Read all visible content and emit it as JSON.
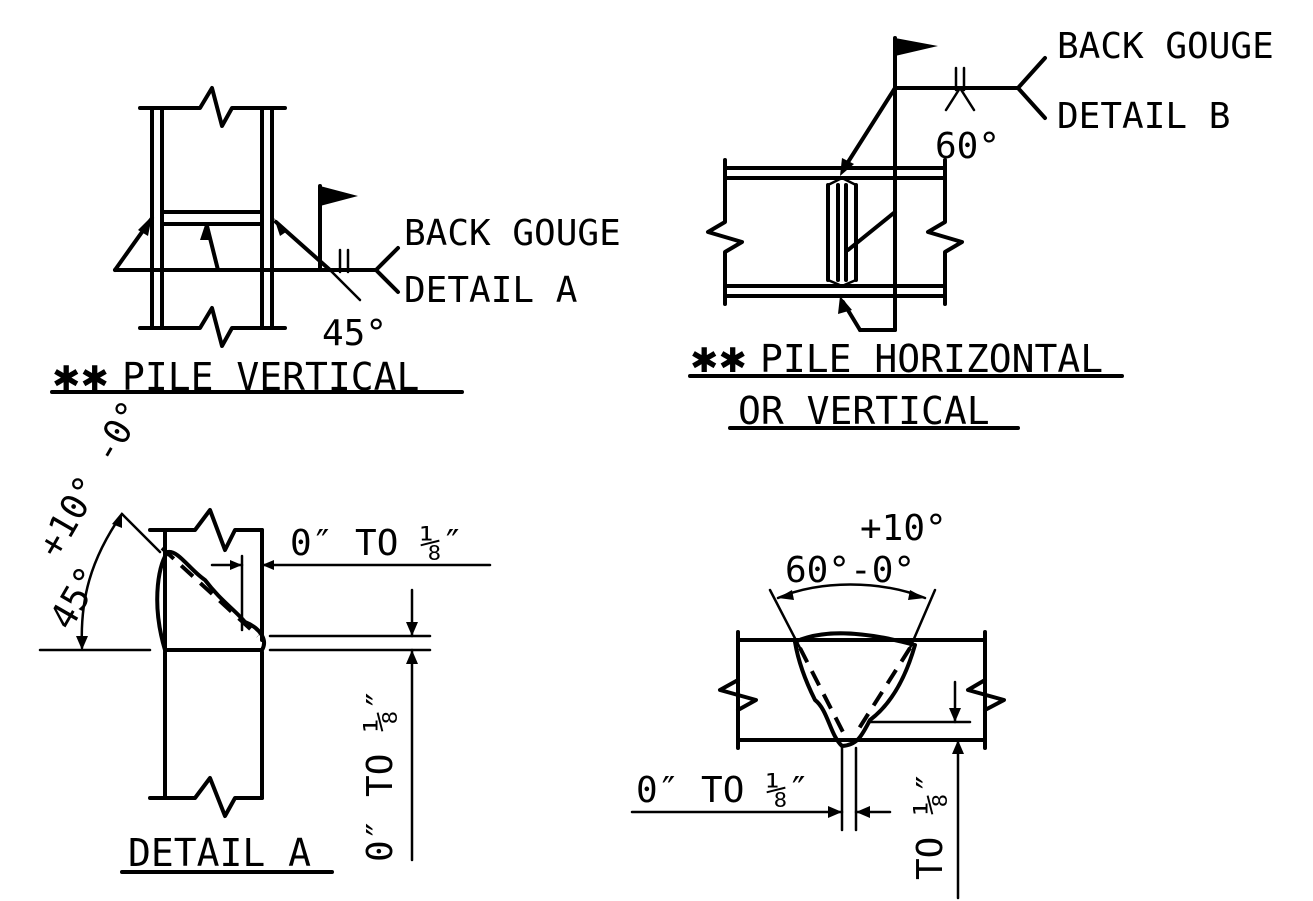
{
  "labels": {
    "back_gouge_1": "BACK GOUGE",
    "detail_a_ref": "DETAIL A",
    "angle_45": "45°",
    "pile_vertical": "PILE VERTICAL",
    "back_gouge_2": "BACK GOUGE",
    "detail_b_ref": "DETAIL B",
    "angle_60": "60°",
    "pile_horizontal": "PILE HORIZONTAL",
    "or_vertical": "OR VERTICAL",
    "star_marker": "✱✱",
    "detail_a_title": "DETAIL A",
    "da_gap_top": "0″ TO ⅛″",
    "da_gap_side": "0″ TO ⅛″",
    "da_angle": "45°",
    "da_tol": "+10° -0°",
    "db_plus": "+10°",
    "db_angle": "60°-0°",
    "db_gap_bottom": "0″ TO ⅛″",
    "db_gap_side": "TO ⅛″"
  }
}
